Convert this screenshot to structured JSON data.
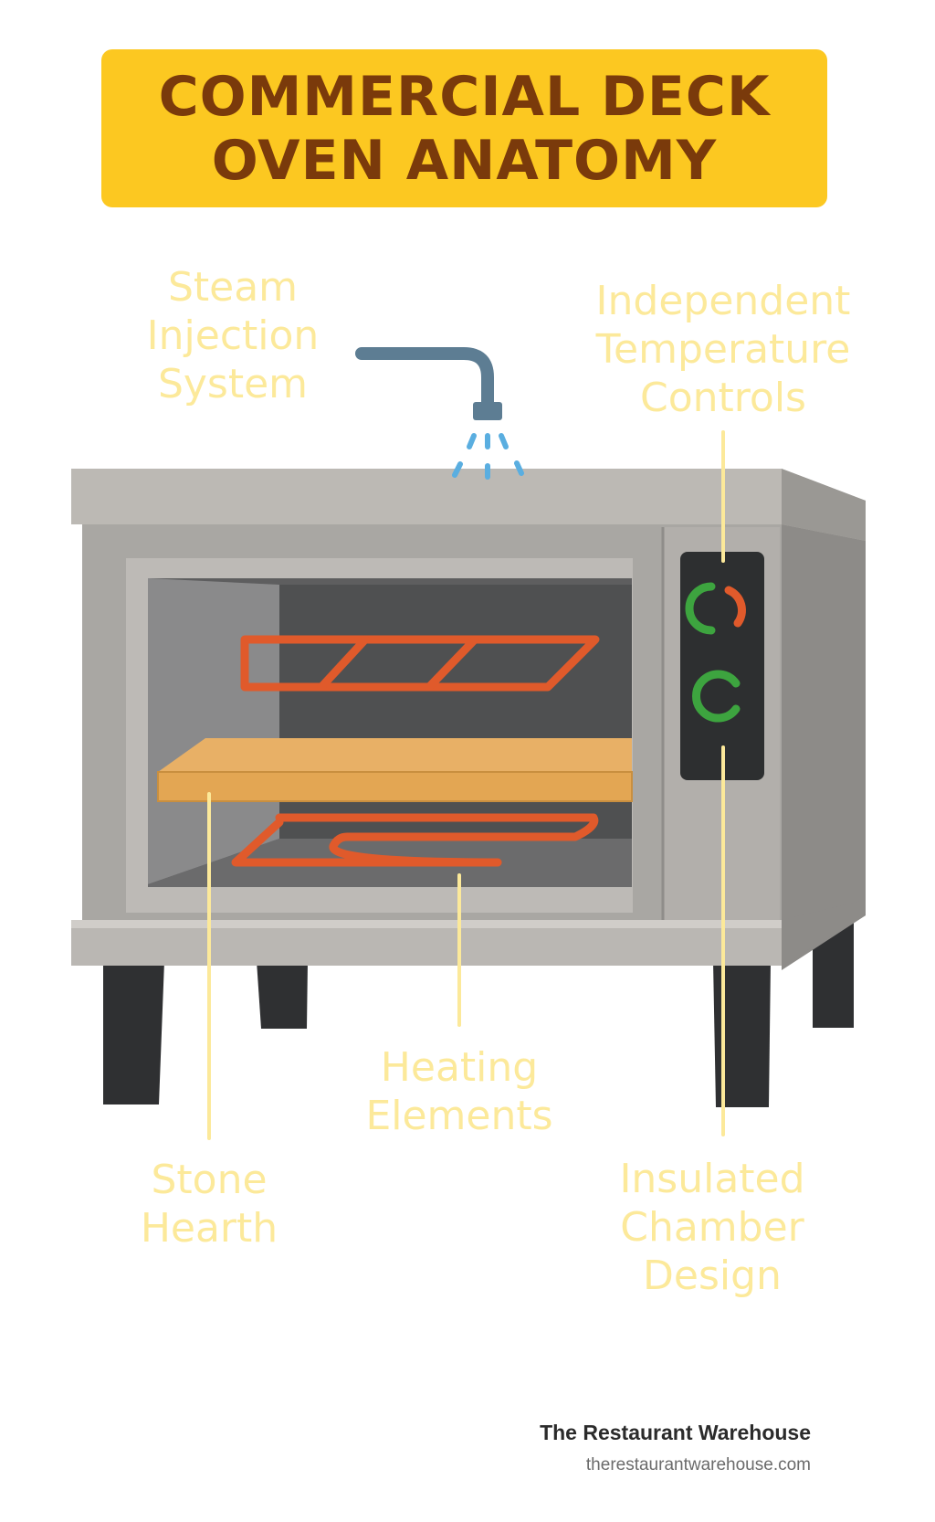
{
  "title": {
    "line1": "COMMERCIAL DECK",
    "line2": "OVEN ANATOMY"
  },
  "labels": {
    "steam": [
      "Steam",
      "Injection",
      "System"
    ],
    "temperature": [
      "Independent",
      "Temperature",
      "Controls"
    ],
    "heating": [
      "Heating",
      "Elements"
    ],
    "hearth": [
      "Stone",
      "Hearth"
    ],
    "insulated": [
      "Insulated",
      "Chamber",
      "Design"
    ]
  },
  "footer": {
    "brand": "The Restaurant Warehouse",
    "url": "therestaurantwarehouse.com"
  },
  "colors": {
    "title_bg": "#fcc821",
    "title_text": "#7a3a0b",
    "label_text": "#fce99a",
    "oven_body": "#b9b6b2",
    "heating_element": "#e05a2b",
    "hearth": "#e3a653",
    "dial_green": "#3da43f",
    "steam_pipe": "#5d7d93"
  }
}
